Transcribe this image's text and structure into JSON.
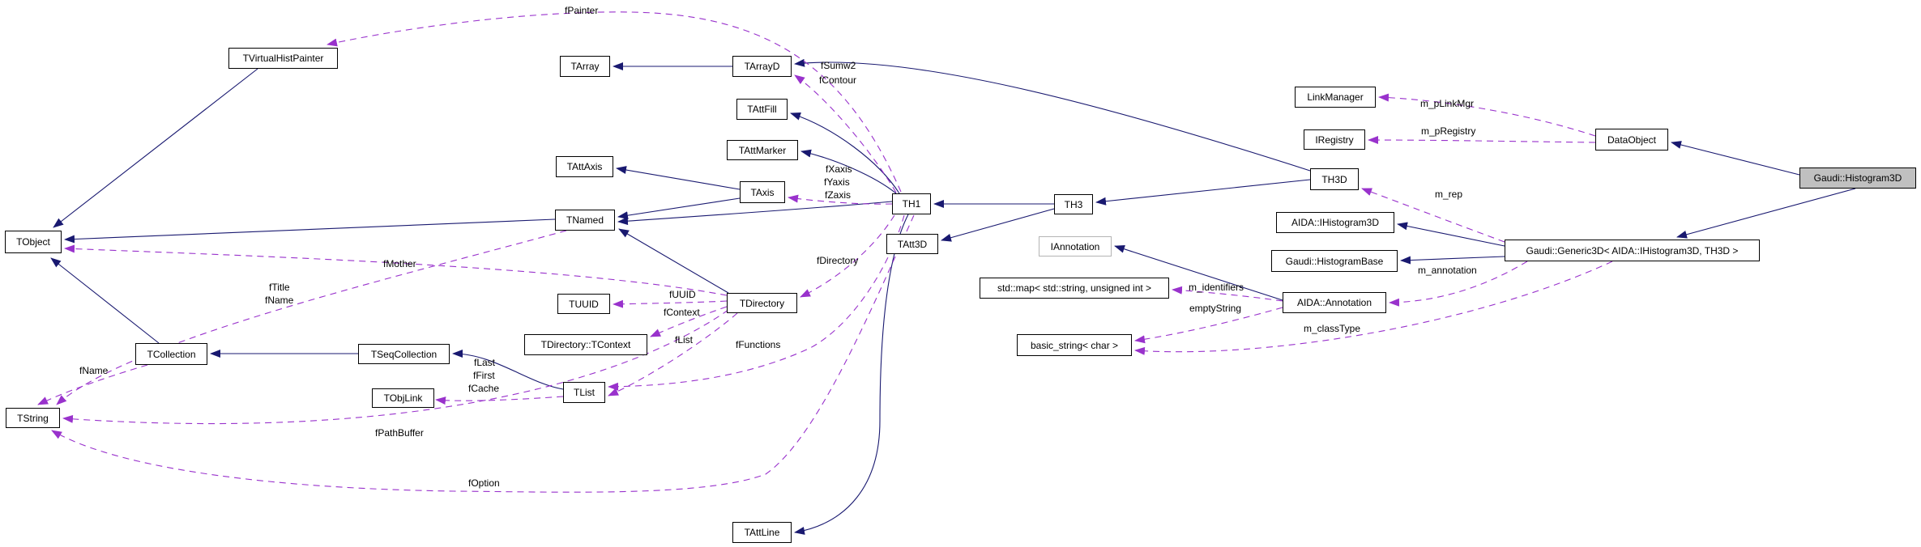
{
  "diagram_title": "Collaboration diagram for Gaudi::Histogram3D",
  "colors": {
    "inheritance_edge": "#191970",
    "usage_edge": "#9932cc",
    "node_border": "#000000",
    "node_fill": "#ffffff",
    "highlight_fill": "#c0c0c0",
    "external_border": "#b4b4b4"
  },
  "nodes": {
    "tvirtualhistpainter": {
      "label": "TVirtualHistPainter"
    },
    "tobject": {
      "label": "TObject"
    },
    "tarray": {
      "label": "TArray"
    },
    "tarrayd": {
      "label": "TArrayD"
    },
    "tattfill": {
      "label": "TAttFill"
    },
    "tattmarker": {
      "label": "TAttMarker"
    },
    "tattaxis": {
      "label": "TAttAxis"
    },
    "taxis": {
      "label": "TAxis"
    },
    "tnamed": {
      "label": "TNamed"
    },
    "th1": {
      "label": "TH1"
    },
    "tatt3d": {
      "label": "TAtt3D"
    },
    "th3": {
      "label": "TH3"
    },
    "th3d": {
      "label": "TH3D"
    },
    "linkmanager": {
      "label": "LinkManager"
    },
    "iregistry": {
      "label": "IRegistry"
    },
    "dataobject": {
      "label": "DataObject"
    },
    "gaudihistogram3d": {
      "label": "Gaudi::Histogram3D"
    },
    "aidaihistogram3d": {
      "label": "AIDA::IHistogram3D"
    },
    "gaudihistogrambase": {
      "label": "Gaudi::HistogramBase"
    },
    "gaudigeneric3d": {
      "label": "Gaudi::Generic3D< AIDA::IHistogram3D, TH3D >"
    },
    "iannotation": {
      "label": "IAnnotation"
    },
    "stdmap": {
      "label": "std::map< std::string, unsigned int >"
    },
    "aidaannotation": {
      "label": "AIDA::Annotation"
    },
    "basicstring": {
      "label": "basic_string< char >"
    },
    "tuuid": {
      "label": "TUUID"
    },
    "tdirectory": {
      "label": "TDirectory"
    },
    "tcontext": {
      "label": "TDirectory::TContext"
    },
    "tlist": {
      "label": "TList"
    },
    "tseqcollection": {
      "label": "TSeqCollection"
    },
    "tcollection": {
      "label": "TCollection"
    },
    "tobjlink": {
      "label": "TObjLink"
    },
    "tstring": {
      "label": "TString"
    },
    "tattline": {
      "label": "TAttLine"
    }
  },
  "edge_labels": {
    "fpainter": "fPainter",
    "fsumw2": "fSumw2",
    "fcontour": "fContour",
    "fxaxis": "fXaxis",
    "fyaxis": "fYaxis",
    "fzaxis": "fZaxis",
    "fmother": "fMother",
    "ftitle": "fTitle",
    "fname_tnamed": "fName",
    "fname_tcollection": "fName",
    "fuuid": "fUUID",
    "fcontext": "fContext",
    "flist": "fList",
    "ffunctions": "fFunctions",
    "fdirectory": "fDirectory",
    "flast": "fLast",
    "ffirst": "fFirst",
    "fcache": "fCache",
    "fpathbuffer": "fPathBuffer",
    "foption": "fOption",
    "m_plinkmgr": "m_pLinkMgr",
    "m_pregistry": "m_pRegistry",
    "m_rep": "m_rep",
    "m_annotation": "m_annotation",
    "m_identifiers": "m_identifiers",
    "emptystring": "emptyString",
    "m_classtype": "m_classType"
  }
}
